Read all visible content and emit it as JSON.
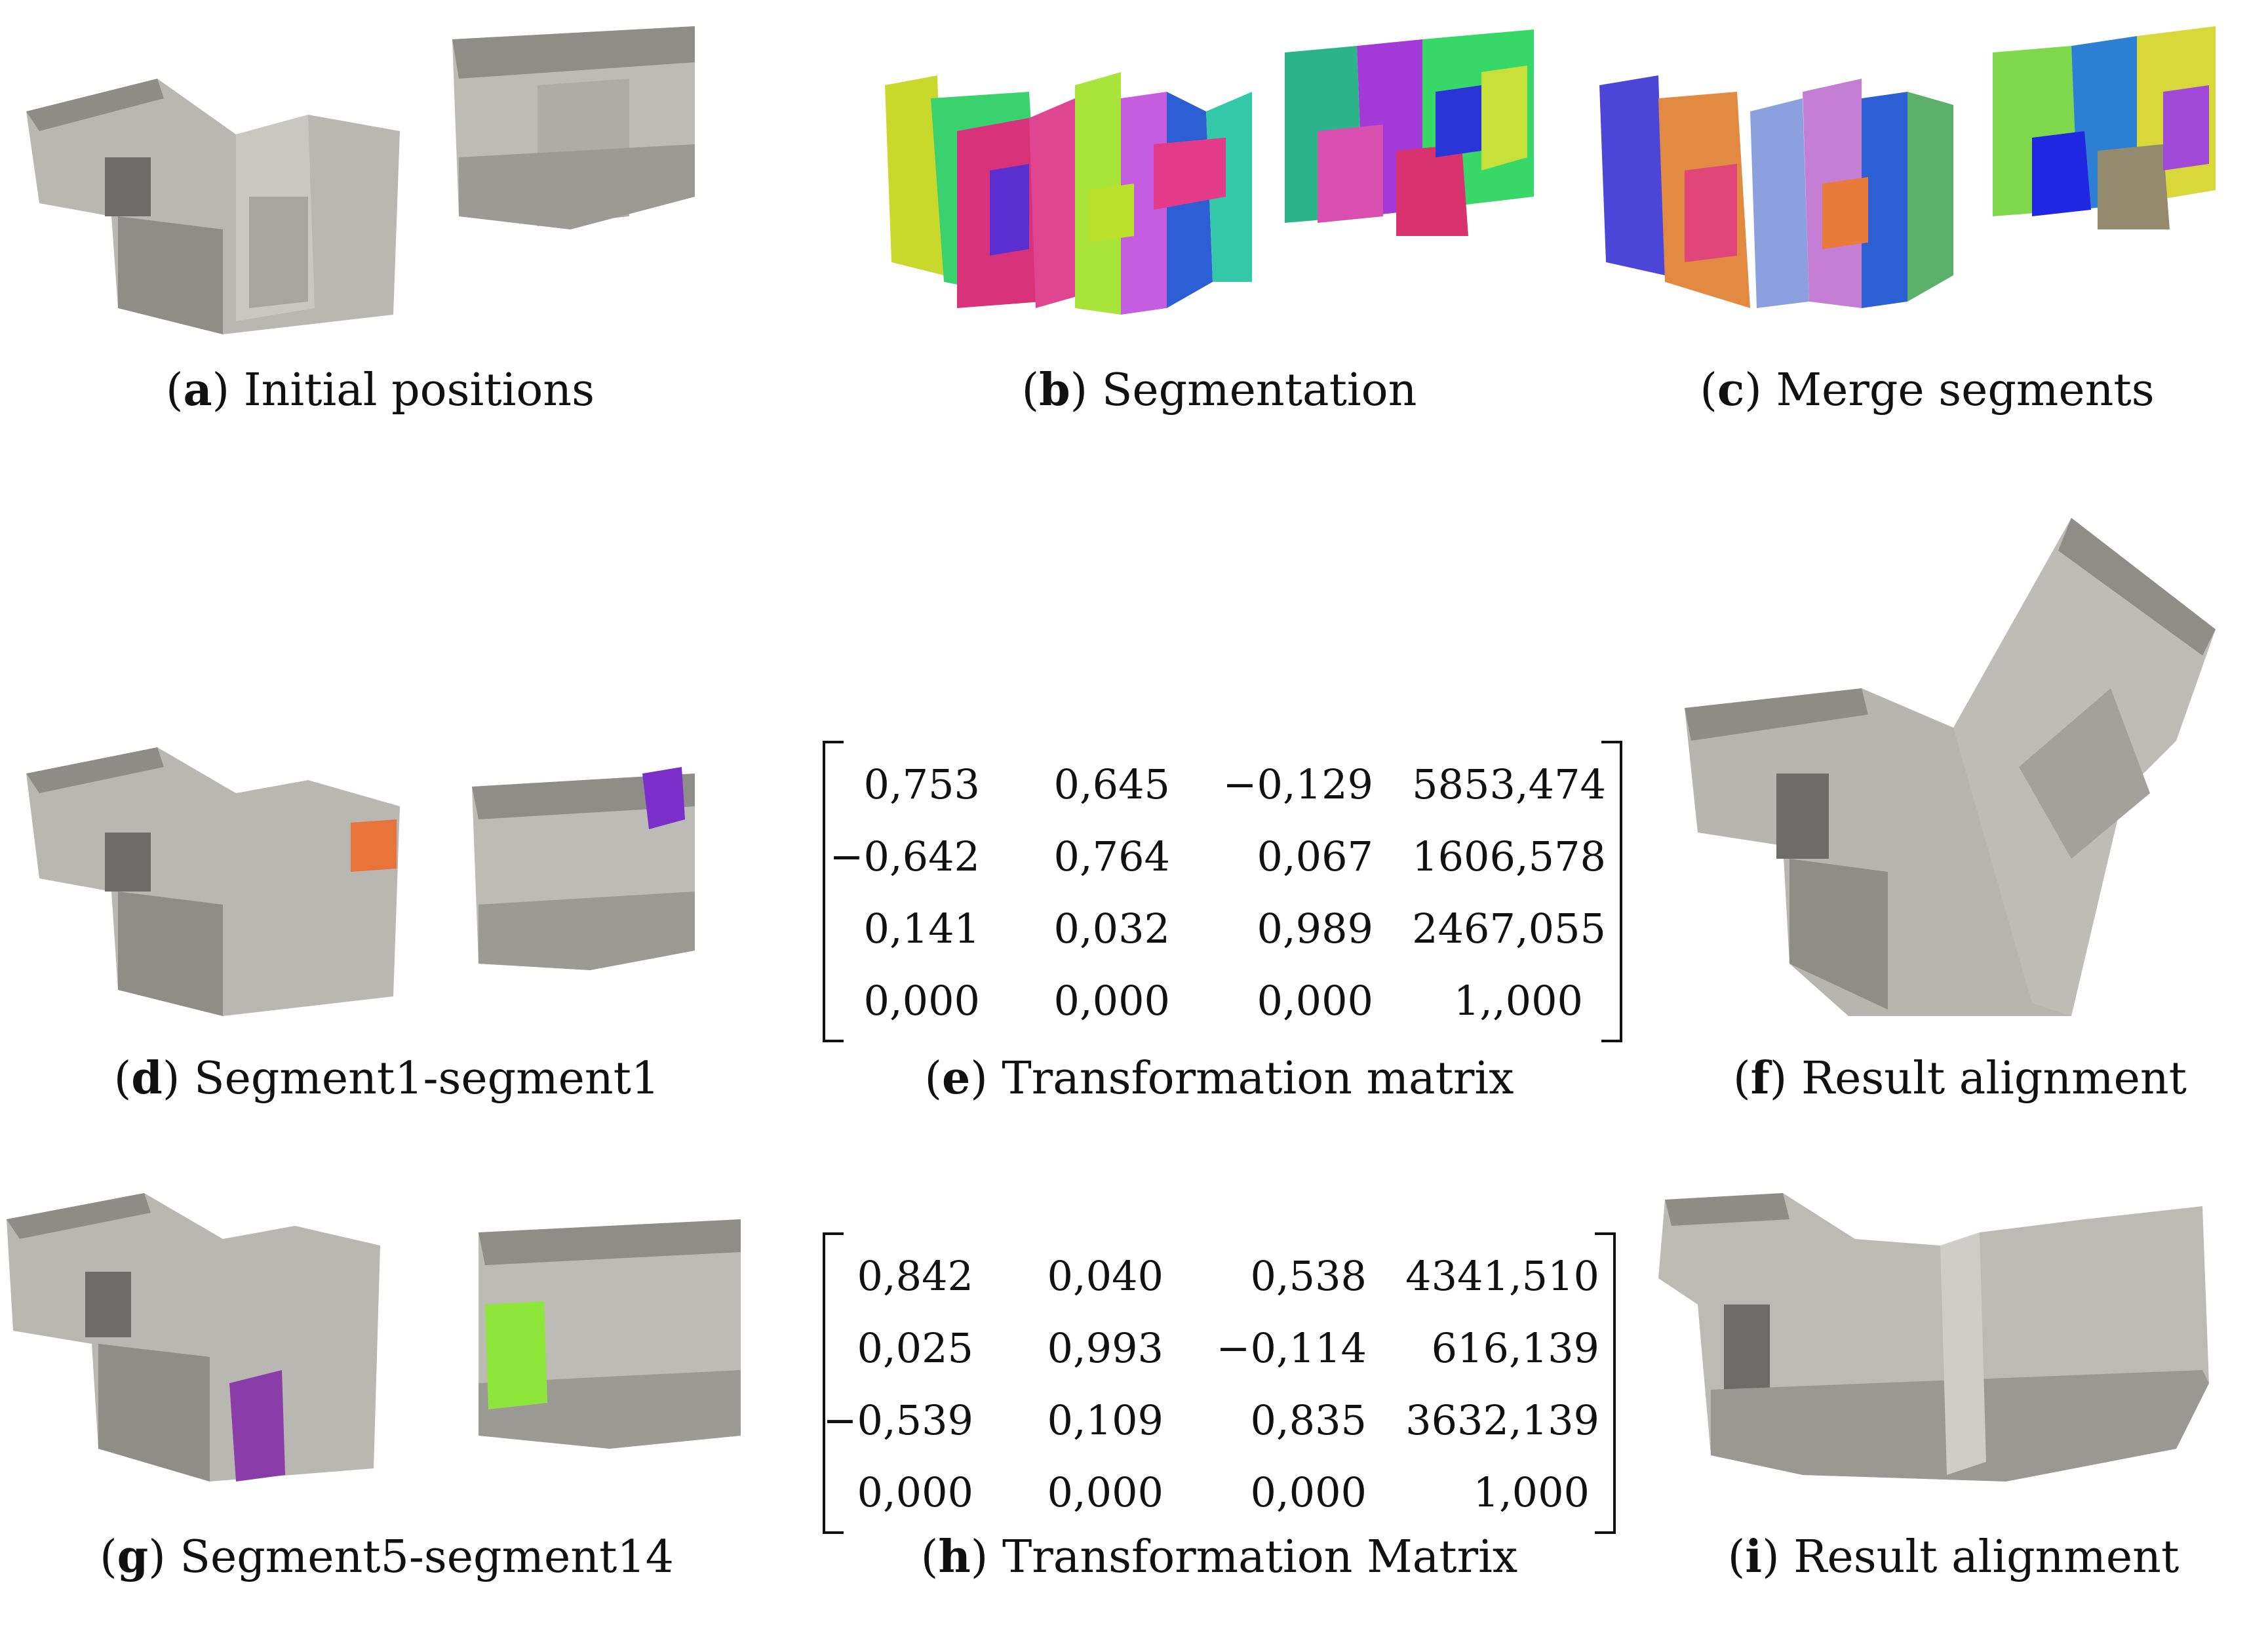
{
  "panels": {
    "a": {
      "letter": "a",
      "caption": "Initial positions"
    },
    "b": {
      "letter": "b",
      "caption": "Segmentation"
    },
    "c": {
      "letter": "c",
      "caption": "Merge segments"
    },
    "d": {
      "letter": "d",
      "caption": "Segment1-segment1"
    },
    "e": {
      "letter": "e",
      "caption": "Transformation matrix"
    },
    "f": {
      "letter": "f",
      "caption": "Result alignment"
    },
    "g": {
      "letter": "g",
      "caption": "Segment5-segment14"
    },
    "h": {
      "letter": "h",
      "caption": "Transformation Matrix"
    },
    "i": {
      "letter": "i",
      "caption": "Result alignment"
    }
  },
  "matrix_e": [
    [
      "0,753",
      "0,645",
      "−0,129",
      "5853,474"
    ],
    [
      "−0,642",
      "0,764",
      "0,067",
      "1606,578"
    ],
    [
      "0,141",
      "0,032",
      "0,989",
      "2467,055"
    ],
    [
      "0,000",
      "0,000",
      "0,000",
      "1,,000"
    ]
  ],
  "matrix_h": [
    [
      "0,842",
      "0,040",
      "0,538",
      "4341,510"
    ],
    [
      "0,025",
      "0,993",
      "−0,114",
      "616,139"
    ],
    [
      "−0,539",
      "0,109",
      "0,835",
      "3632,139"
    ],
    [
      "0,000",
      "0,000",
      "0,000",
      "1,000"
    ]
  ],
  "colors": {
    "stone_light": "#c8c6c0",
    "stone_mid": "#a9a7a1",
    "stone_dark": "#7d7b76",
    "segment_orange": "#e8743b",
    "segment_purple": "#7b2fc8",
    "segment_green": "#8ee63a",
    "segment_violet": "#8a3ca8"
  }
}
